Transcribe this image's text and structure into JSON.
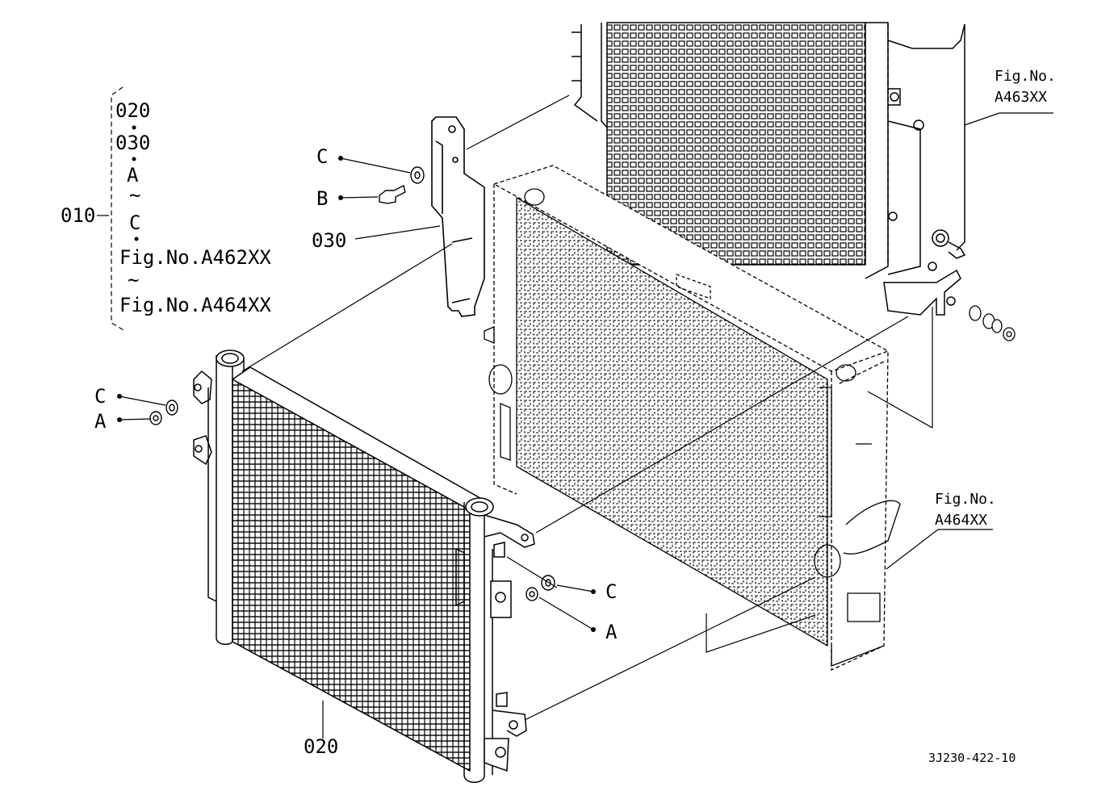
{
  "assembly": {
    "parent_callout": "010",
    "group": [
      "020",
      "030",
      "A",
      "C",
      "Fig.No.A462XX",
      "Fig.No.A464XX"
    ],
    "bullet": "•",
    "range_mark": "~"
  },
  "callouts": {
    "c_top": "C",
    "b_top": "B",
    "p030": "030",
    "c_left": "C",
    "a_left": "A",
    "c_right": "C",
    "a_right": "A",
    "p020": "020"
  },
  "figrefs": {
    "top": {
      "line1": "Fig.No.",
      "line2": "A463XX"
    },
    "right": {
      "line1": "Fig.No.",
      "line2": "A464XX"
    }
  },
  "drawing_number": "3J230-422-10"
}
